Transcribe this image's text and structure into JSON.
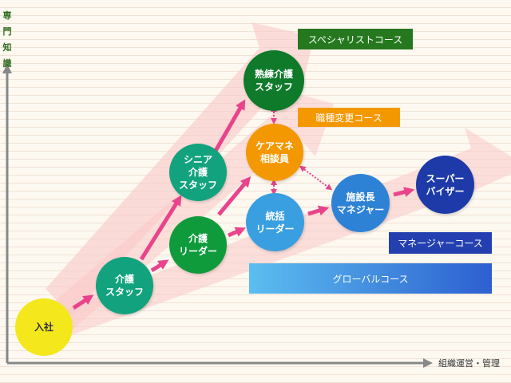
{
  "axes": {
    "y_label": "専門知識",
    "x_label": "組織運営・管理"
  },
  "nodes": {
    "nyusha": "入社",
    "kaigo_staff": "介護\nスタッフ",
    "senior_staff": "シニア\n介護\nスタッフ",
    "kaigo_leader": "介護\nリーダー",
    "jukuren_staff": "熟練介護\nスタッフ",
    "caremane": "ケアマネ\n相談員",
    "tokatsu_leader": "統括\nリーダー",
    "shisetsu_manager": "施設長\nマネジャー",
    "supervisor": "スーパー\nバイザー"
  },
  "courses": {
    "specialist": "スペシャリストコース",
    "shokushu_henko": "職種変更コース",
    "manager": "マネージャーコース",
    "global": "グローバルコース"
  },
  "colors": {
    "yellow": "#f4e81c",
    "teal": "#12a37e",
    "green": "#0f9b3c",
    "dark_green": "#0e7a2a",
    "orange": "#f39800",
    "light_blue": "#3a9fe0",
    "blue": "#2e82d6",
    "navy": "#1d3aa8",
    "course_green": "#25781e",
    "pink": "#e9448b",
    "band": "#f9c8c8"
  }
}
